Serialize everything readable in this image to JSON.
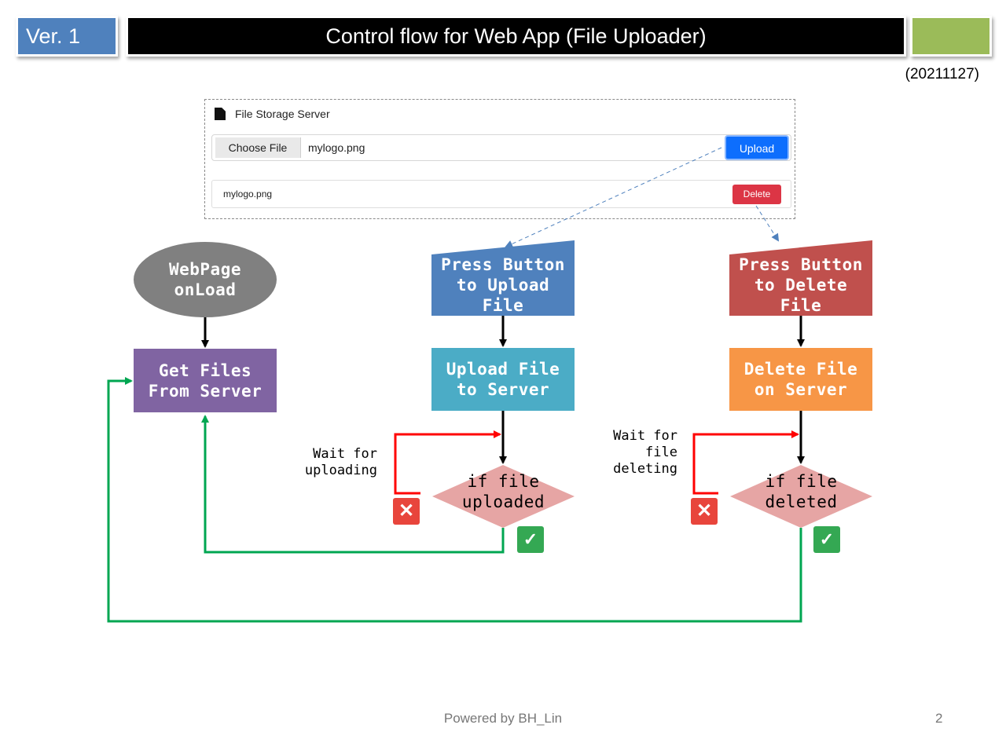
{
  "header": {
    "version": "Ver. 1",
    "title": "Control flow for Web App (File Uploader)",
    "date": "(20211127)",
    "colors": {
      "version_bg": "#4f81bd",
      "title_bg": "#000000",
      "accent_box": "#9bbb59"
    }
  },
  "app": {
    "title": "File Storage Server",
    "choose_label": "Choose File",
    "selected_file": "mylogo.png",
    "upload_label": "Upload",
    "list_item": "mylogo.png",
    "delete_label": "Delete"
  },
  "flow": {
    "onload": {
      "line1": "WebPage",
      "line2": "onLoad",
      "color": "#808080"
    },
    "get_files": {
      "line1": "Get Files",
      "line2": "From Server",
      "color": "#8064a2"
    },
    "press_upload": {
      "line1": "Press Button",
      "line2": "to Upload",
      "line3": "File",
      "color": "#4f81bd"
    },
    "upload_server": {
      "line1": "Upload File",
      "line2": "to Server",
      "color": "#4bacc6"
    },
    "upload_check": {
      "line1": "if file",
      "line2": "uploaded",
      "color": "#e6a5a4"
    },
    "wait_upload": {
      "line1": "Wait for",
      "line2": "uploading"
    },
    "press_delete": {
      "line1": "Press Button",
      "line2": "to Delete",
      "line3": "File",
      "color": "#c0504d"
    },
    "delete_server": {
      "line1": "Delete File",
      "line2": "on Server",
      "color": "#f79646"
    },
    "delete_check": {
      "line1": "if file",
      "line2": "deleted",
      "color": "#e6a5a4"
    },
    "wait_delete": {
      "line1": "Wait for",
      "line2": "file",
      "line3": "deleting"
    },
    "fail_symbol": "✕",
    "ok_symbol": "✓",
    "colors": {
      "success": "#00a651",
      "retry": "#ff0000",
      "link": "#4f81bd"
    }
  },
  "footer": {
    "credit": "Powered by BH_Lin",
    "page": "2"
  }
}
